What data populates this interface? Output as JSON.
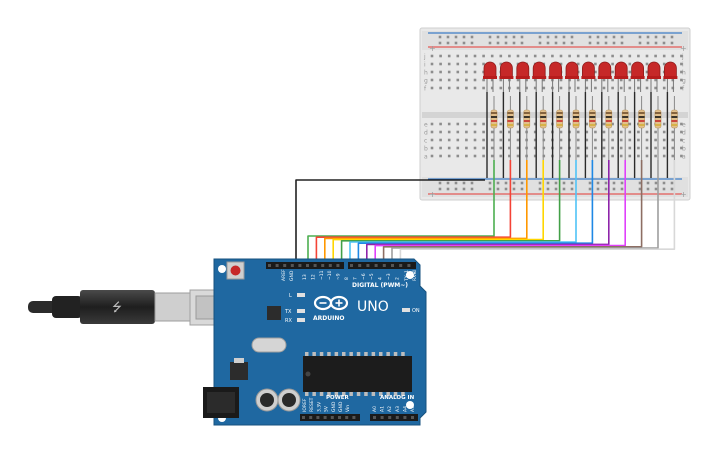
{
  "board": {
    "brand": "ARDUINO",
    "model": "UNO",
    "digital_label": "DIGITAL (PWM~)",
    "power_label": "POWER",
    "analog_label": "ANALOG IN",
    "on_label": "ON",
    "l_label": "L",
    "tx_label": "TX",
    "rx_label": "RX",
    "aref_label": "AREF",
    "gnd_label": "GND",
    "txrx_label": "TX▸1",
    "rxrx_label": "RX◂0",
    "digital_pins": [
      "13",
      "12",
      "~11",
      "~10",
      "~9",
      "8",
      "7",
      "~6",
      "~5",
      "4",
      "~3",
      "2"
    ],
    "power_pins": [
      "IOREF",
      "RESET",
      "3.3V",
      "5V",
      "GND",
      "GND",
      "Vin"
    ],
    "analog_pins": [
      "A0",
      "A1",
      "A2",
      "A3",
      "A4",
      "A5"
    ]
  },
  "breadboard": {
    "row_letters_top": [
      "j",
      "i",
      "h",
      "g",
      "f"
    ],
    "row_letters_bottom": [
      "e",
      "d",
      "c",
      "b",
      "a"
    ],
    "rail_plus": "+",
    "rail_minus": "−"
  },
  "circuit": {
    "led_count": 12,
    "led_color": "#c62828",
    "wire_colors": [
      "#4caf50",
      "#f44336",
      "#ff9800",
      "#ffd600",
      "#43a047",
      "#4fc3f7",
      "#1e88e5",
      "#8e24aa",
      "#e040fb",
      "#8d6e63",
      "#9e9e9e",
      "#ffffff"
    ],
    "ground_wire_color": "#222222"
  }
}
